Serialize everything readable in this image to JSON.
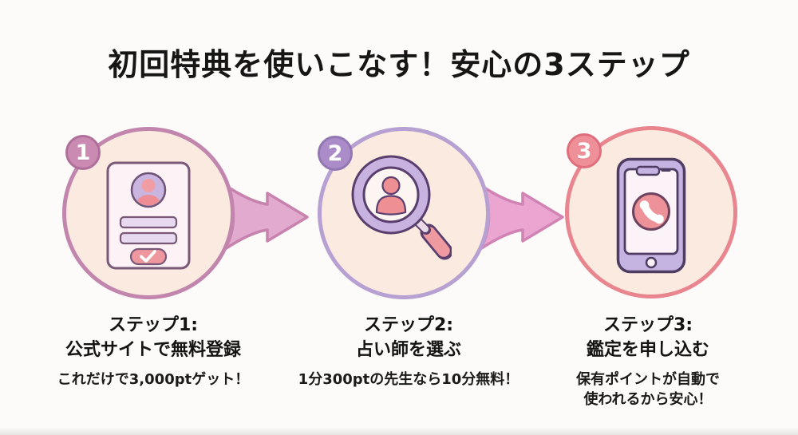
{
  "title": "初回特典を使いこなす！安心の3ステップ",
  "steps": [
    {
      "number": "1",
      "icon": "registration-form-icon",
      "badge_color": "#ca8ab2",
      "circle_border_color": "#c286ae",
      "title_lines": [
        "ステップ1:",
        "公式サイトで無料登録"
      ],
      "subtitle_lines": [
        "これだけで3,000ptゲット！"
      ]
    },
    {
      "number": "2",
      "icon": "fortune-teller-search-icon",
      "badge_color": "#ab8cc9",
      "circle_border_color": "#b7a0d2",
      "title_lines": [
        "ステップ2:",
        "占い師を選ぶ"
      ],
      "subtitle_lines": [
        "1分300ptの先生なら10分無料！"
      ]
    },
    {
      "number": "3",
      "icon": "phone-call-icon",
      "badge_color": "#ef8f98",
      "circle_border_color": "#e9858f",
      "title_lines": [
        "ステップ3:",
        "鑑定を申し込む"
      ],
      "subtitle_lines": [
        "保有ポイントが自動で",
        "使われるから安心！"
      ]
    }
  ],
  "colors": {
    "background": "#fcfbf9",
    "circle_fill": "#faeadf",
    "arrow_fill": "#e3aad0",
    "arrow_stroke": "#c783ae",
    "illustration_outline": "#5a3f6e",
    "salmon_accent": "#ee8f94",
    "lavender_accent": "#c7b2e0",
    "title_text": "#161616"
  }
}
